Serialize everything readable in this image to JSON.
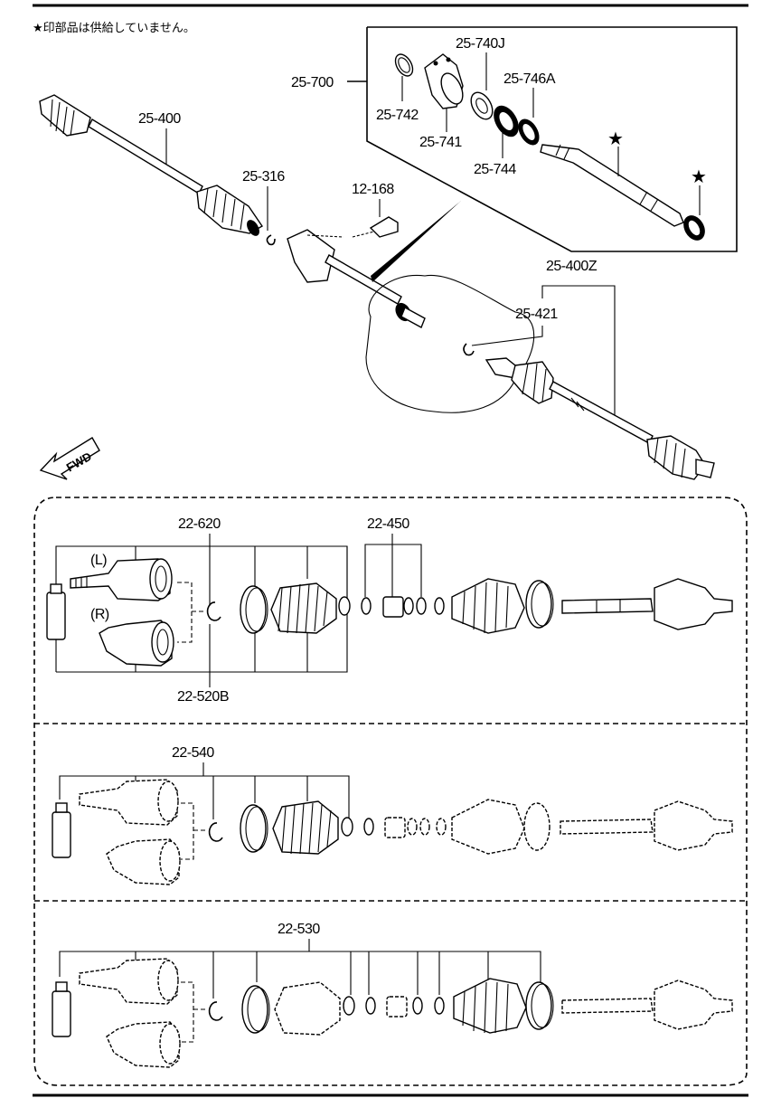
{
  "note": "★印部品は供給していません。",
  "fwd_label": "FWD",
  "upper": {
    "assembly_main": "25-400",
    "assembly_right": "25-400Z",
    "kit": "25-700",
    "clip": "25-316",
    "bolt": "12-168",
    "ring": "25-421",
    "kit_parts": [
      "25-740J",
      "25-742",
      "25-741",
      "25-744",
      "25-746A"
    ]
  },
  "detail_1": {
    "joint_label": "22-620",
    "boot_kit_label": "22-450",
    "clip_label": "22-520B",
    "side_left": "(L)",
    "side_right": "(R)"
  },
  "detail_2": {
    "joint_label": "22-540"
  },
  "detail_3": {
    "joint_label": "22-530"
  }
}
